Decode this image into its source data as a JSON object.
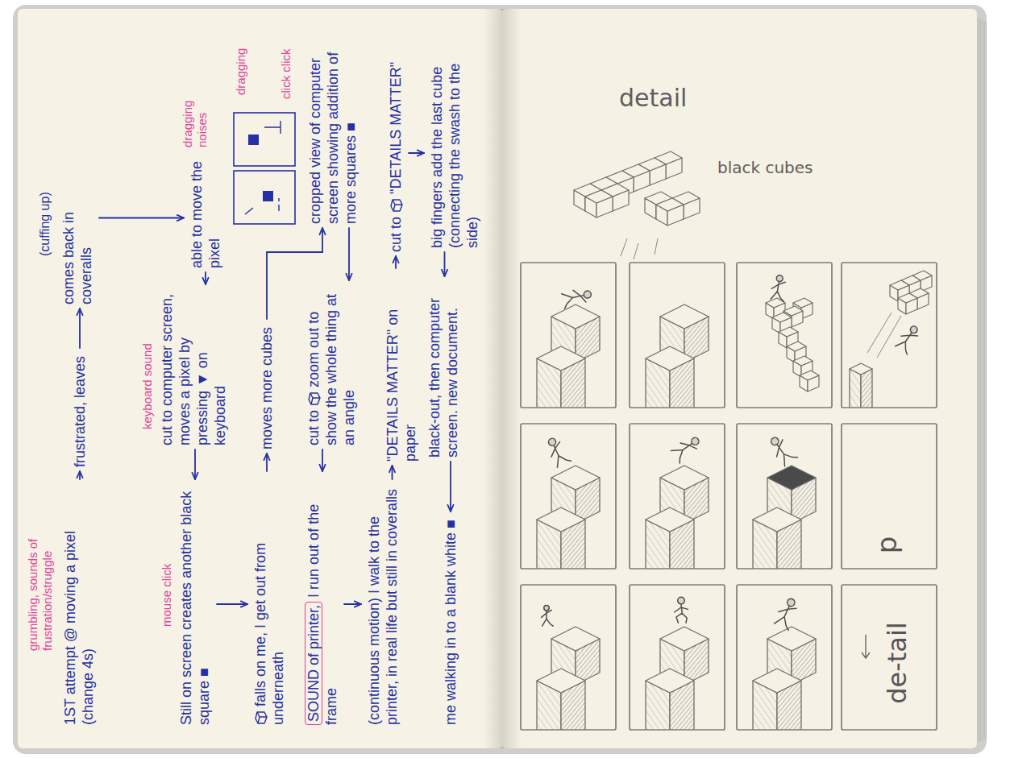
{
  "diagram": {
    "nodes": [
      {
        "text": [
          "1ST attempt @ moving a pixel (change 4s)"
        ]
      },
      {
        "text": [
          "frustrated, leaves"
        ]
      },
      {
        "text": [
          "comes back in coveralls"
        ]
      },
      {
        "text": [
          "able to move the pixel"
        ]
      },
      {
        "text": [
          "cut to computer screen, moves a pixel by pressing ▼ on keyboard"
        ]
      },
      {
        "text": [
          "Still on screen creates another black square ■"
        ]
      },
      {
        "text": [
          "falls on me, I get out from underneath"
        ]
      },
      {
        "text": [
          "moves more cubes"
        ]
      },
      {
        "text": [
          "cropped view of computer screen showing addition of more squares ■"
        ]
      },
      {
        "text": [
          "cut to",
          "zoom out to show the whole thing at an angle"
        ]
      },
      {
        "text": [
          "SOUND of printer,",
          "I run out of the frame"
        ]
      },
      {
        "text": [
          "(continuous motion) I walk to the printer, in real life but still in coveralls"
        ]
      },
      {
        "text": [
          "\"DETAILS MATTER\" on paper"
        ]
      },
      {
        "text": [
          "cut to",
          "\"DETAILS MATTER\""
        ]
      },
      {
        "text": [
          "big fingers add the last cube (connecting the swash to the side)"
        ]
      },
      {
        "text": [
          "black-out, then computer screen. new document."
        ]
      },
      {
        "text": [
          "me walking in to a blank white ■"
        ]
      }
    ],
    "edges": [
      {
        "from": 0,
        "to": 1,
        "arrow": "to"
      },
      {
        "from": 1,
        "to": 2,
        "arrow": "to"
      },
      {
        "from": 2,
        "to": 3,
        "arrow": "to"
      },
      {
        "from": 3,
        "to": 4,
        "arrow": "to"
      },
      {
        "from": 4,
        "to": 5,
        "arrow": "to"
      },
      {
        "from": 5,
        "to": 6,
        "arrow": "to"
      },
      {
        "from": 6,
        "to": 7,
        "arrow": "to"
      },
      {
        "from": 7,
        "to": 8,
        "arrow": "to"
      },
      {
        "from": 8,
        "to": 9,
        "arrow": "to"
      },
      {
        "from": 9,
        "to": 10,
        "arrow": "to"
      },
      {
        "from": 10,
        "to": 11,
        "arrow": "to"
      },
      {
        "from": 11,
        "to": 12,
        "arrow": "to"
      },
      {
        "from": 12,
        "to": 13,
        "arrow": "to"
      },
      {
        "from": 13,
        "to": 14,
        "arrow": "to"
      },
      {
        "from": 14,
        "to": 15,
        "arrow": "to"
      },
      {
        "from": 15,
        "to": 16,
        "arrow": "to"
      }
    ],
    "labels": [
      "grumbling, sounds of frustration/struggle",
      "(cuffing up)",
      "mouse click",
      "keyboard sound",
      "dragging noises",
      "dragging",
      "click click",
      "detail",
      "black cubes",
      "p",
      "de-tail"
    ]
  }
}
